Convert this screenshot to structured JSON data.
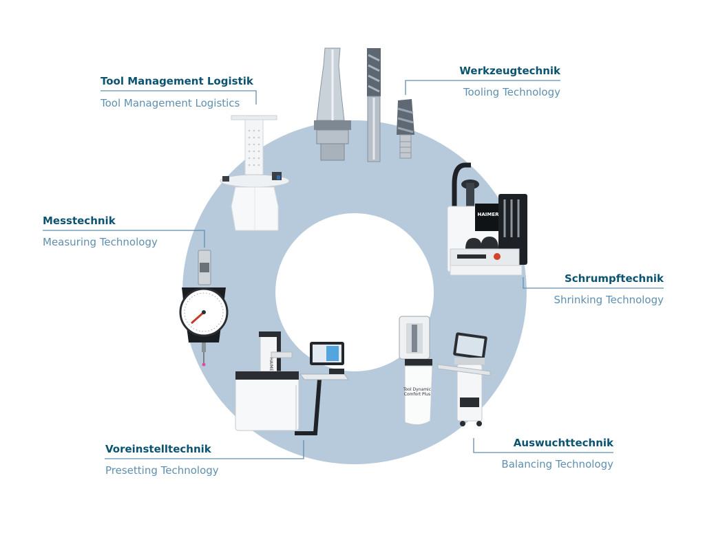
{
  "colors": {
    "ring": "#b7cadc",
    "title": "#0b5370",
    "subtitle": "#5f8fae",
    "line": "#5f8fae"
  },
  "segments": [
    {
      "id": "logistics",
      "de": "Tool Management Logistik",
      "en": "Tool Management Logistics",
      "icon": "tool-storage-tower-icon"
    },
    {
      "id": "tooling",
      "de": "Werkzeugtechnik",
      "en": "Tooling Technology",
      "icon": "tool-holder-and-end-mill-icon"
    },
    {
      "id": "shrinking",
      "de": "Schrumpftechnik",
      "en": "Shrinking Technology",
      "icon": "shrink-fit-machine-icon"
    },
    {
      "id": "balancing",
      "de": "Auswuchttechnik",
      "en": "Balancing Technology",
      "icon": "balancing-machine-icon"
    },
    {
      "id": "presetting",
      "de": "Voreinstelltechnik",
      "en": "Presetting Technology",
      "icon": "tool-presetter-icon"
    },
    {
      "id": "measuring",
      "de": "Messtechnik",
      "en": "Measuring Technology",
      "icon": "dial-gauge-icon"
    }
  ],
  "machine_text": {
    "shrink_brand": "HAIMER",
    "presetter_brand": "HAIMER",
    "balancer_text": "Tool Dynamic\nComfort Plus"
  }
}
